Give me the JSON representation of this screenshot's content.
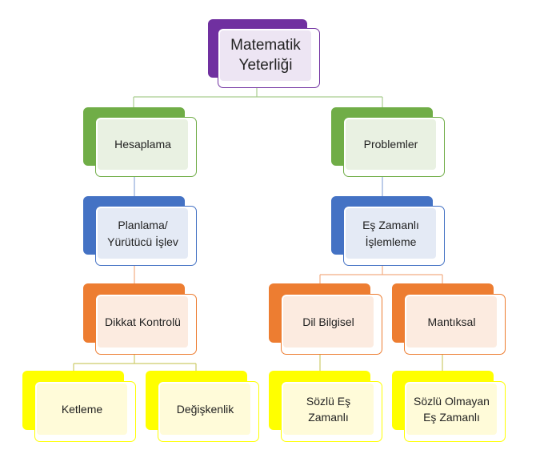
{
  "colors": {
    "purple": "#7030a0",
    "purple_fill": "#ede5f3",
    "green": "#70ad47",
    "green_fill": "#e9f1e2",
    "blue": "#4472c4",
    "blue_fill": "#e4eaf5",
    "orange": "#ed7d31",
    "orange_fill": "#fcebe0",
    "yellow": "#ffff00",
    "yellow_fill": "#fffbd9",
    "line_green": "#a9cd8f",
    "line_blue": "#8fa9da",
    "line_orange": "#f2ae84",
    "line_yellow": "#cdcc6a"
  },
  "diagram": {
    "root": "Matematik\nYeterliği",
    "hesaplama": "Hesaplama",
    "problemler": "Problemler",
    "planlama": "Planlama/\nYürütücü İşlev",
    "es_zamanli": "Eş Zamanlı\nİşlemleme",
    "dikkat": "Dikkat Kontrolü",
    "dil": "Dil Bilgisel",
    "mantiksal": "Mantıksal",
    "ketleme": "Ketleme",
    "degiskenlik": "Değişkenlik",
    "sozlu": "Sözlü Eş\nZamanlı",
    "sozlu_olmayan": "Sözlü Olmayan\nEş Zamanlı"
  }
}
